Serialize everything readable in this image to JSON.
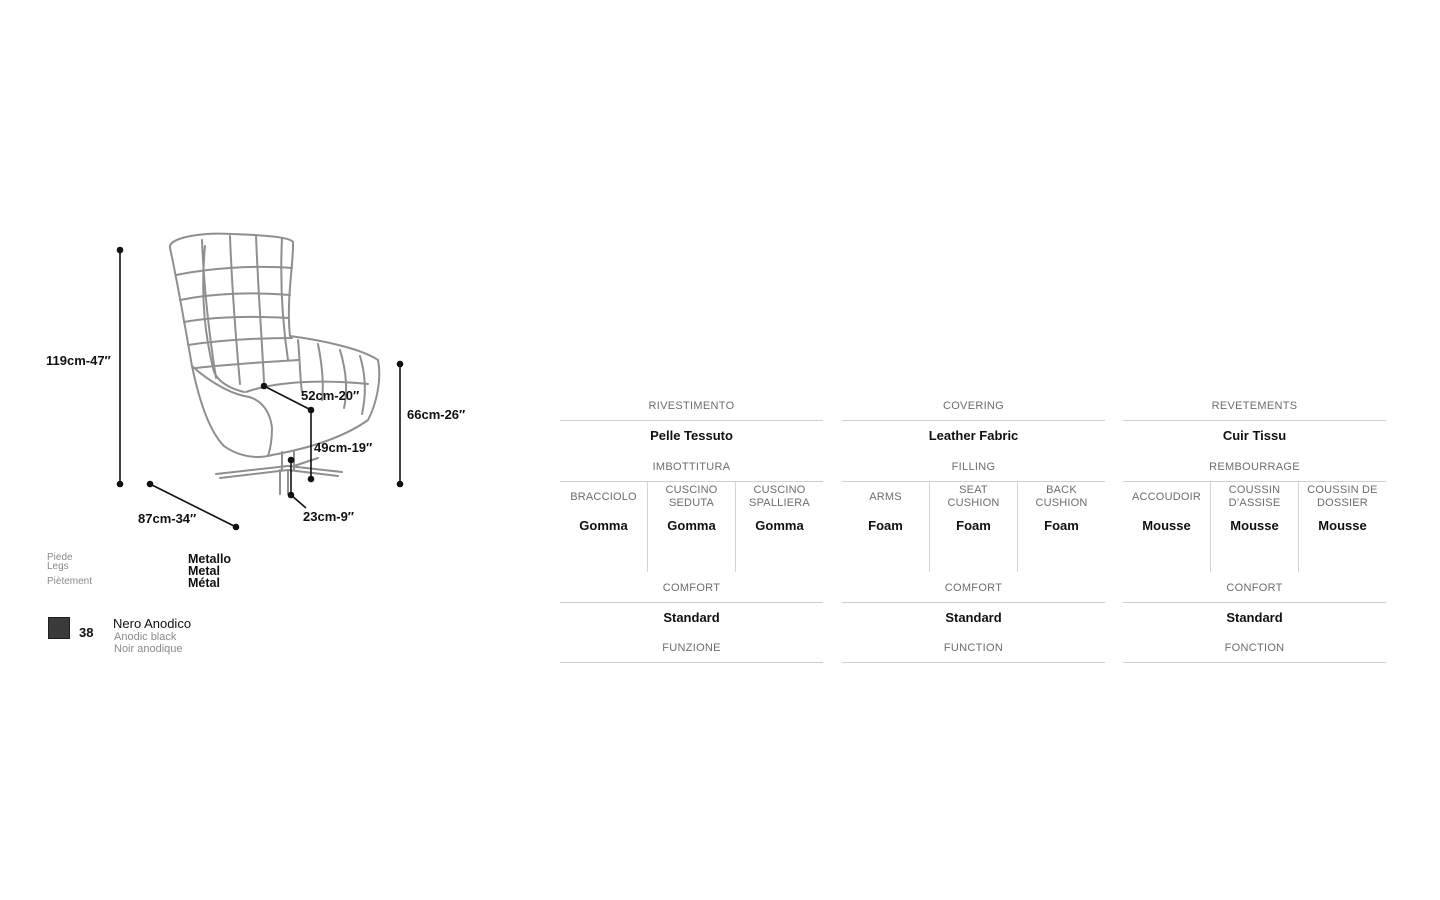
{
  "dimensions": {
    "height": "119cm-47″",
    "seat_depth": "52cm-20″",
    "arm_height": "66cm-26″",
    "seat_height": "49cm-19″",
    "width": "87cm-34″",
    "base_height": "23cm-9″"
  },
  "legs": {
    "labels": [
      "Piede",
      "Legs",
      "Piètement"
    ],
    "values": [
      "Metallo",
      "Metal",
      "Métal"
    ]
  },
  "finish": {
    "code": "38",
    "name": "Nero Anodico",
    "alt_names": [
      "Anodic black",
      "Noir anodique"
    ],
    "color": "#3a3a3a"
  },
  "specs": [
    {
      "covering_title": "RIVESTIMENTO",
      "covering_value": "Pelle Tessuto",
      "filling_title": "IMBOTTITURA",
      "filling_columns": [
        {
          "label": "BRACCIOLO",
          "value": "Gomma"
        },
        {
          "label": "CUSCINO SEDUTA",
          "value": "Gomma"
        },
        {
          "label": "CUSCINO SPALLIERA",
          "value": "Gomma"
        }
      ],
      "comfort_title": "COMFORT",
      "comfort_value": "Standard",
      "function_title": "FUNZIONE"
    },
    {
      "covering_title": "COVERING",
      "covering_value": "Leather Fabric",
      "filling_title": "FILLING",
      "filling_columns": [
        {
          "label": "ARMS",
          "value": "Foam"
        },
        {
          "label": "SEAT CUSHION",
          "value": "Foam"
        },
        {
          "label": "BACK CUSHION",
          "value": "Foam"
        }
      ],
      "comfort_title": "COMFORT",
      "comfort_value": "Standard",
      "function_title": "FUNCTION"
    },
    {
      "covering_title": "REVETEMENTS",
      "covering_value": "Cuir Tissu",
      "filling_title": "REMBOURRAGE",
      "filling_columns": [
        {
          "label": "ACCOUDOIR",
          "value": "Mousse"
        },
        {
          "label": "COUSSIN D’ASSISE",
          "value": "Mousse"
        },
        {
          "label": "COUSSIN DE DOSSIER",
          "value": "Mousse"
        }
      ],
      "comfort_title": "CONFORT",
      "comfort_value": "Standard",
      "function_title": "FONCTION"
    }
  ]
}
